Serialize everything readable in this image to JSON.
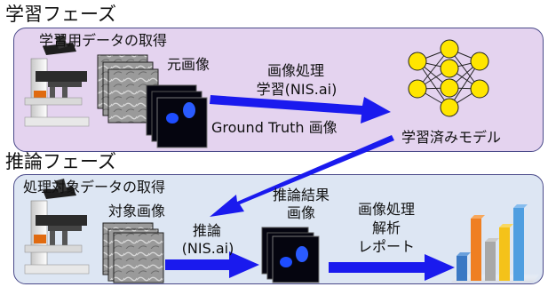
{
  "training": {
    "title": "学習フェーズ",
    "panel_label": "学習用データの取得",
    "original_image_label": "元画像",
    "process_label_line1": "画像処理",
    "process_label_line2": "学習(NIS.ai)",
    "ground_truth_label": "Ground Truth 画像",
    "model_label": "学習済みモデル"
  },
  "inference": {
    "title": "推論フェーズ",
    "panel_label": "処理対象データの取得",
    "target_image_label": "対象画像",
    "infer_label_line1": "推論",
    "infer_label_line2": "(NIS.ai)",
    "result_label_line1": "推論結果",
    "result_label_line2": "画像",
    "analysis_line1": "画像処理",
    "analysis_line2": "解析",
    "analysis_line3": "レポート"
  },
  "colors": {
    "training_panel": "#e4d3ef",
    "inference_panel": "#dde6f3",
    "arrow": "#1a1aee",
    "node": "#ffe600",
    "bar_blue": "#3a78c4",
    "bar_orange": "#ef7f22",
    "bar_gray": "#a8a8a8",
    "bar_yellow": "#f4c21a",
    "bar_lightblue": "#4f9ee0"
  },
  "icons": [
    "microscope-icon",
    "neural-network-icon",
    "bar-chart-icon"
  ]
}
